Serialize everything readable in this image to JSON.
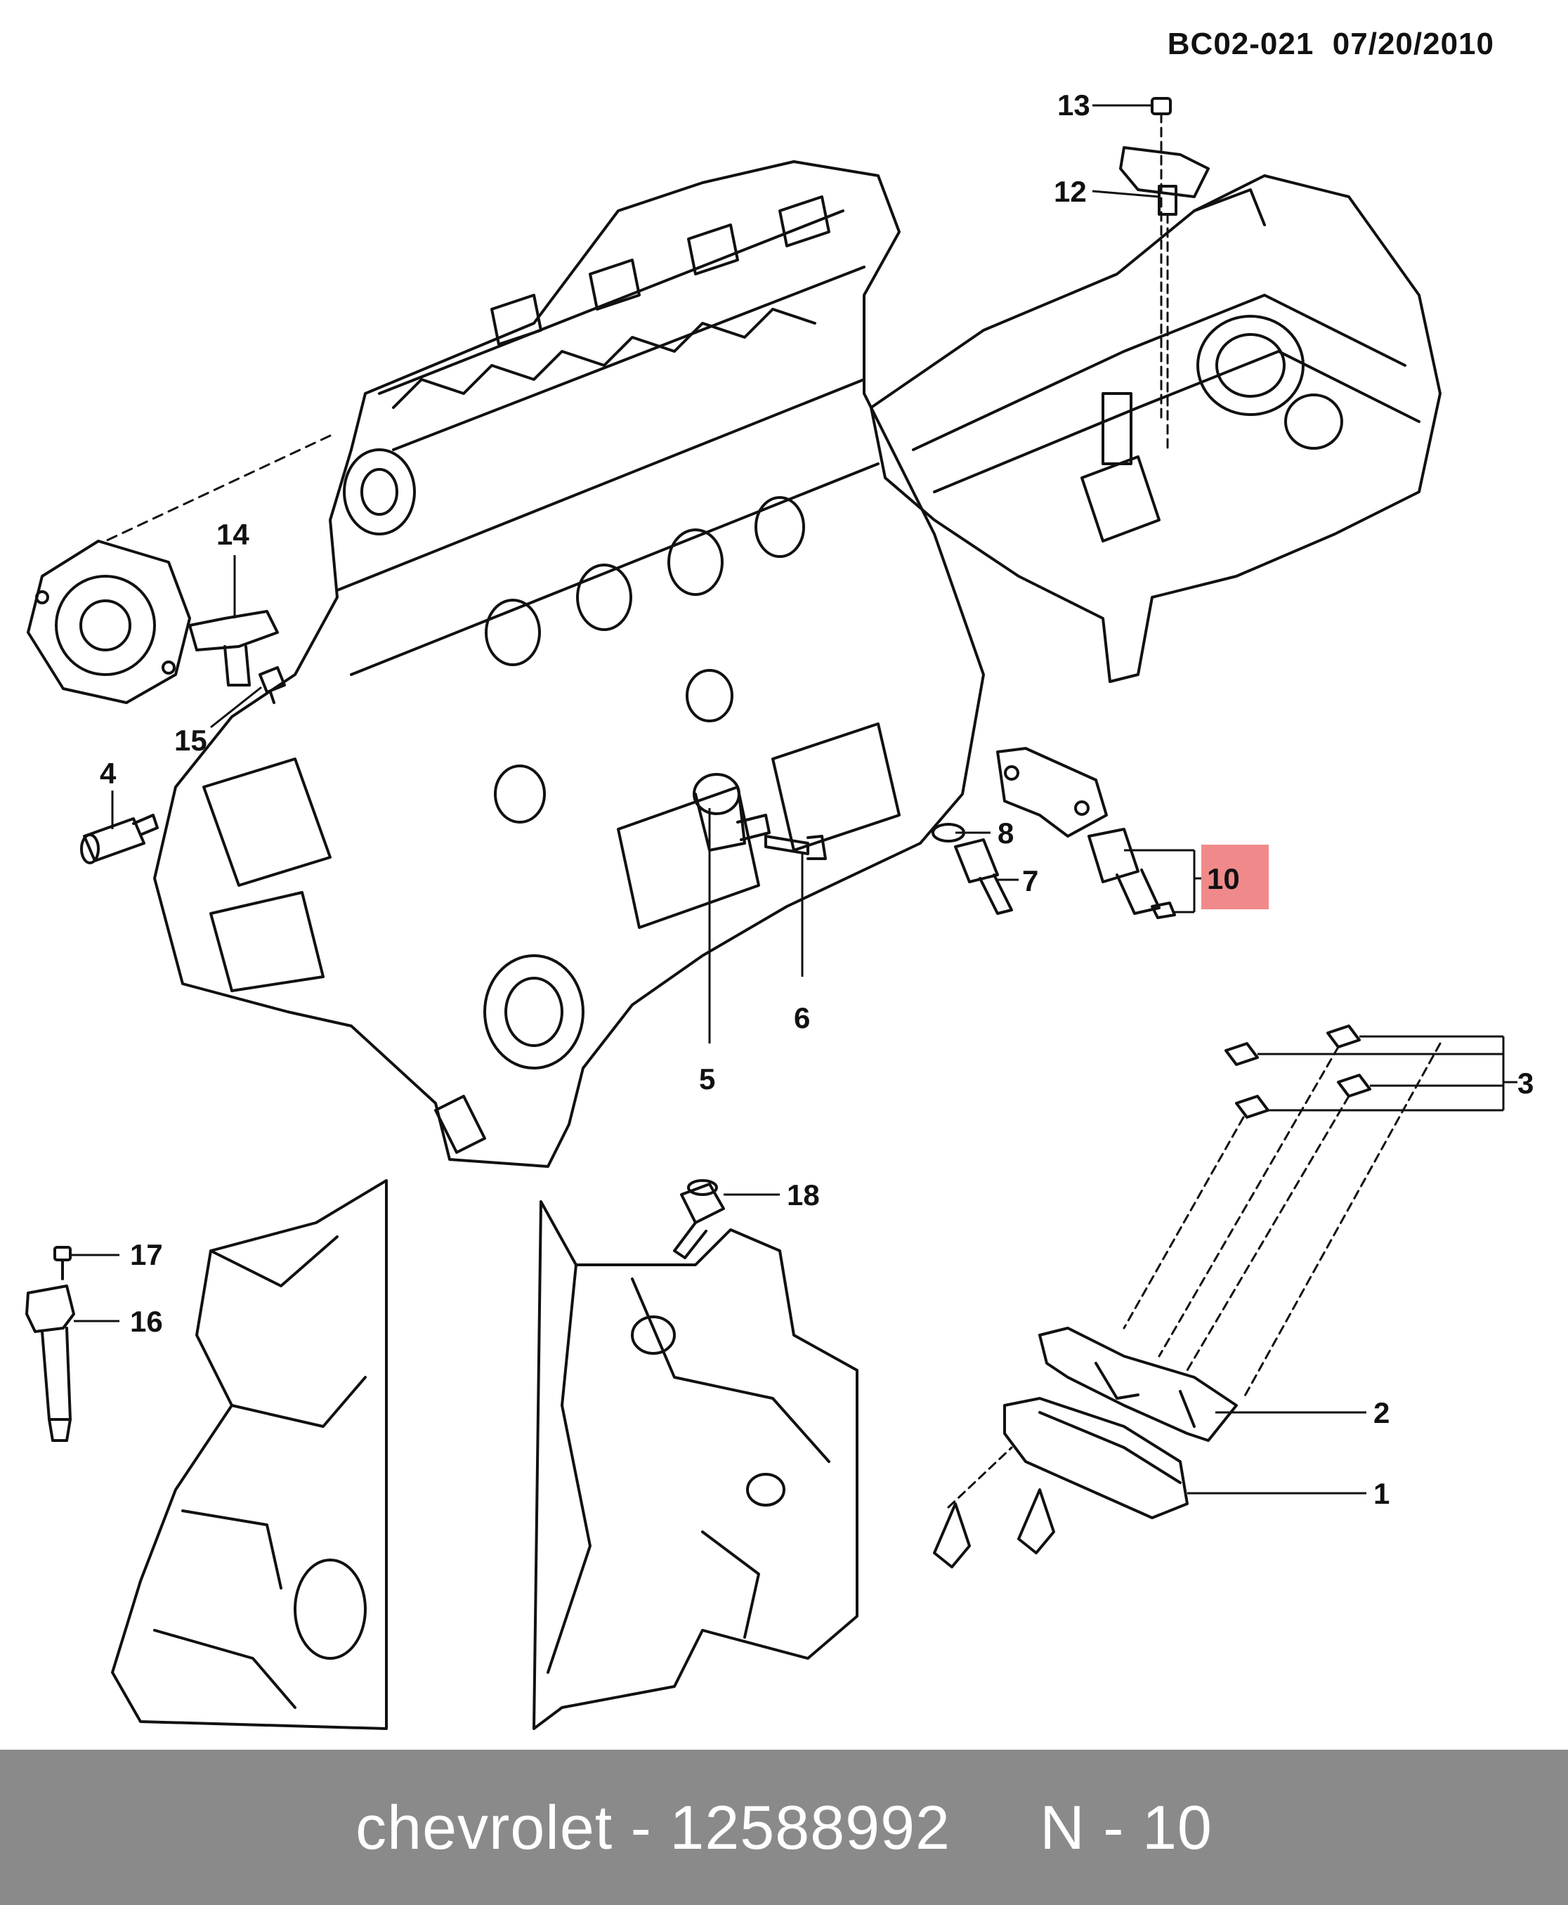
{
  "header": {
    "document_code": "BC02-021  07/20/2010"
  },
  "callouts": [
    {
      "id": "c1",
      "label": "1"
    },
    {
      "id": "c2",
      "label": "2"
    },
    {
      "id": "c3",
      "label": "3"
    },
    {
      "id": "c4",
      "label": "4"
    },
    {
      "id": "c5",
      "label": "5"
    },
    {
      "id": "c6",
      "label": "6"
    },
    {
      "id": "c7",
      "label": "7"
    },
    {
      "id": "c8",
      "label": "8"
    },
    {
      "id": "c10",
      "label": "10",
      "highlighted": true
    },
    {
      "id": "c12",
      "label": "12"
    },
    {
      "id": "c13",
      "label": "13"
    },
    {
      "id": "c14",
      "label": "14"
    },
    {
      "id": "c15",
      "label": "15"
    },
    {
      "id": "c16",
      "label": "16"
    },
    {
      "id": "c17",
      "label": "17"
    },
    {
      "id": "c18",
      "label": "18"
    }
  ],
  "colors": {
    "highlight": "#f08a8a",
    "footer_background": "#8a8a8a",
    "footer_text": "#ffffff",
    "line_art": "#111111"
  },
  "footer": {
    "brand": "chevrolet",
    "separator": " - ",
    "part_number": "12588992",
    "position_label": "N - 10"
  }
}
